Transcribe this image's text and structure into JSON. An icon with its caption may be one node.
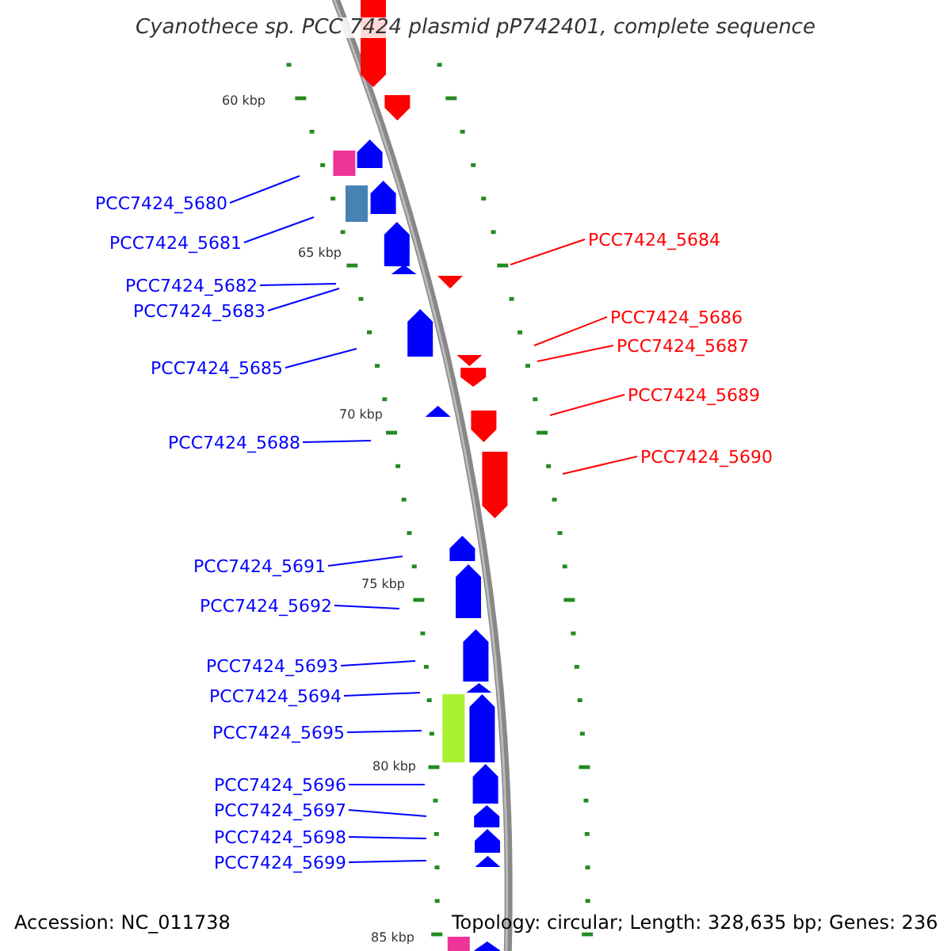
{
  "diagram": {
    "title": "Cyanothece sp. PCC 7424 plasmid pP742401, complete sequence",
    "nodes": [
      {
        "text": [
          "PCC7424_5680"
        ]
      },
      {
        "text": [
          "PCC7424_5681"
        ]
      },
      {
        "text": [
          "PCC7424_5682"
        ]
      },
      {
        "text": [
          "PCC7424_5683"
        ]
      },
      {
        "text": [
          "PCC7424_5684"
        ]
      },
      {
        "text": [
          "PCC7424_5685"
        ]
      },
      {
        "text": [
          "PCC7424_5686"
        ]
      },
      {
        "text": [
          "PCC7424_5687"
        ]
      },
      {
        "text": [
          "PCC7424_5688"
        ]
      },
      {
        "text": [
          "PCC7424_5689"
        ]
      },
      {
        "text": [
          "PCC7424_5690"
        ]
      },
      {
        "text": [
          "PCC7424_5691"
        ]
      },
      {
        "text": [
          "PCC7424_5692"
        ]
      },
      {
        "text": [
          "PCC7424_5693"
        ]
      },
      {
        "text": [
          "PCC7424_5694"
        ]
      },
      {
        "text": [
          "PCC7424_5695"
        ]
      },
      {
        "text": [
          "PCC7424_5696"
        ]
      },
      {
        "text": [
          "PCC7424_5697"
        ]
      },
      {
        "text": [
          "PCC7424_5698"
        ]
      },
      {
        "text": [
          "PCC7424_5699"
        ]
      }
    ],
    "edges": [
      {
        "from": 0,
        "to": null,
        "arrow": "none"
      },
      {
        "from": 1,
        "to": null,
        "arrow": "none"
      },
      {
        "from": 2,
        "to": null,
        "arrow": "none"
      },
      {
        "from": 3,
        "to": null,
        "arrow": "none"
      },
      {
        "from": 4,
        "to": null,
        "arrow": "none",
        "color": "#ff0000"
      },
      {
        "from": 5,
        "to": null,
        "arrow": "none"
      },
      {
        "from": 6,
        "to": null,
        "arrow": "none",
        "color": "#ff0000"
      },
      {
        "from": 7,
        "to": null,
        "arrow": "none",
        "color": "#ff0000"
      },
      {
        "from": 8,
        "to": null,
        "arrow": "none"
      },
      {
        "from": 9,
        "to": null,
        "arrow": "none",
        "color": "#ff0000"
      },
      {
        "from": 10,
        "to": null,
        "arrow": "none",
        "color": "#ff0000"
      },
      {
        "from": 11,
        "to": null,
        "arrow": "none"
      },
      {
        "from": 12,
        "to": null,
        "arrow": "none"
      },
      {
        "from": 13,
        "to": null,
        "arrow": "none"
      },
      {
        "from": 14,
        "to": null,
        "arrow": "none"
      },
      {
        "from": 15,
        "to": null,
        "arrow": "none"
      },
      {
        "from": 16,
        "to": null,
        "arrow": "none"
      },
      {
        "from": 17,
        "to": null,
        "arrow": "none"
      },
      {
        "from": 18,
        "to": null,
        "arrow": "none"
      },
      {
        "from": 19,
        "to": null,
        "arrow": "none"
      }
    ],
    "labels": [
      "60 kbp",
      "65 kbp",
      "70 kbp",
      "75 kbp",
      "80 kbp",
      "Accession: NC_011738",
      "Topology: circular; Length: 328,635 bp; Genes: 236",
      "85 kbp"
    ]
  }
}
